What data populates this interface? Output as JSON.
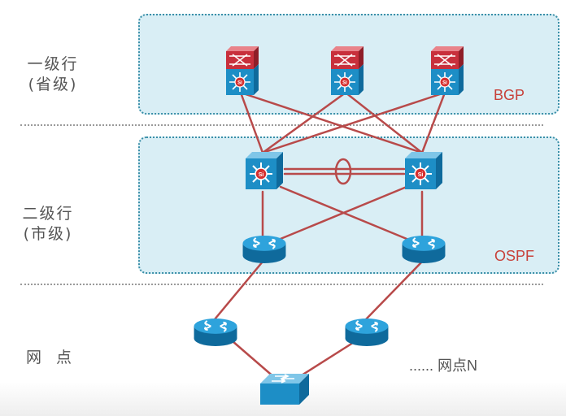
{
  "tiers": [
    {
      "line1": "一级行",
      "line2": "(省级)"
    },
    {
      "line1": "二级行",
      "line2": "(市级)"
    },
    {
      "line1": "网  点",
      "line2": ""
    }
  ],
  "protocols": {
    "top": "BGP",
    "middle": "OSPF"
  },
  "branch_n_label": "...... 网点N",
  "colors": {
    "link": "#b84a4a",
    "zone_fill": "#d9eef5",
    "device_blue": "#1d8ec6",
    "firewall_red": "#c8303c"
  },
  "devices": [
    {
      "name": "firewall-core-switch-1",
      "type": "firewall + layer3-switch"
    },
    {
      "name": "firewall-core-switch-2",
      "type": "firewall + layer3-switch"
    },
    {
      "name": "firewall-core-switch-3",
      "type": "firewall + layer3-switch"
    },
    {
      "name": "city-layer3-switch-left",
      "type": "layer3-switch"
    },
    {
      "name": "city-layer3-switch-right",
      "type": "layer3-switch"
    },
    {
      "name": "city-router-left",
      "type": "router"
    },
    {
      "name": "city-router-right",
      "type": "router"
    },
    {
      "name": "branch-router-left",
      "type": "router"
    },
    {
      "name": "branch-router-right",
      "type": "router"
    },
    {
      "name": "branch-switch",
      "type": "switch"
    }
  ]
}
